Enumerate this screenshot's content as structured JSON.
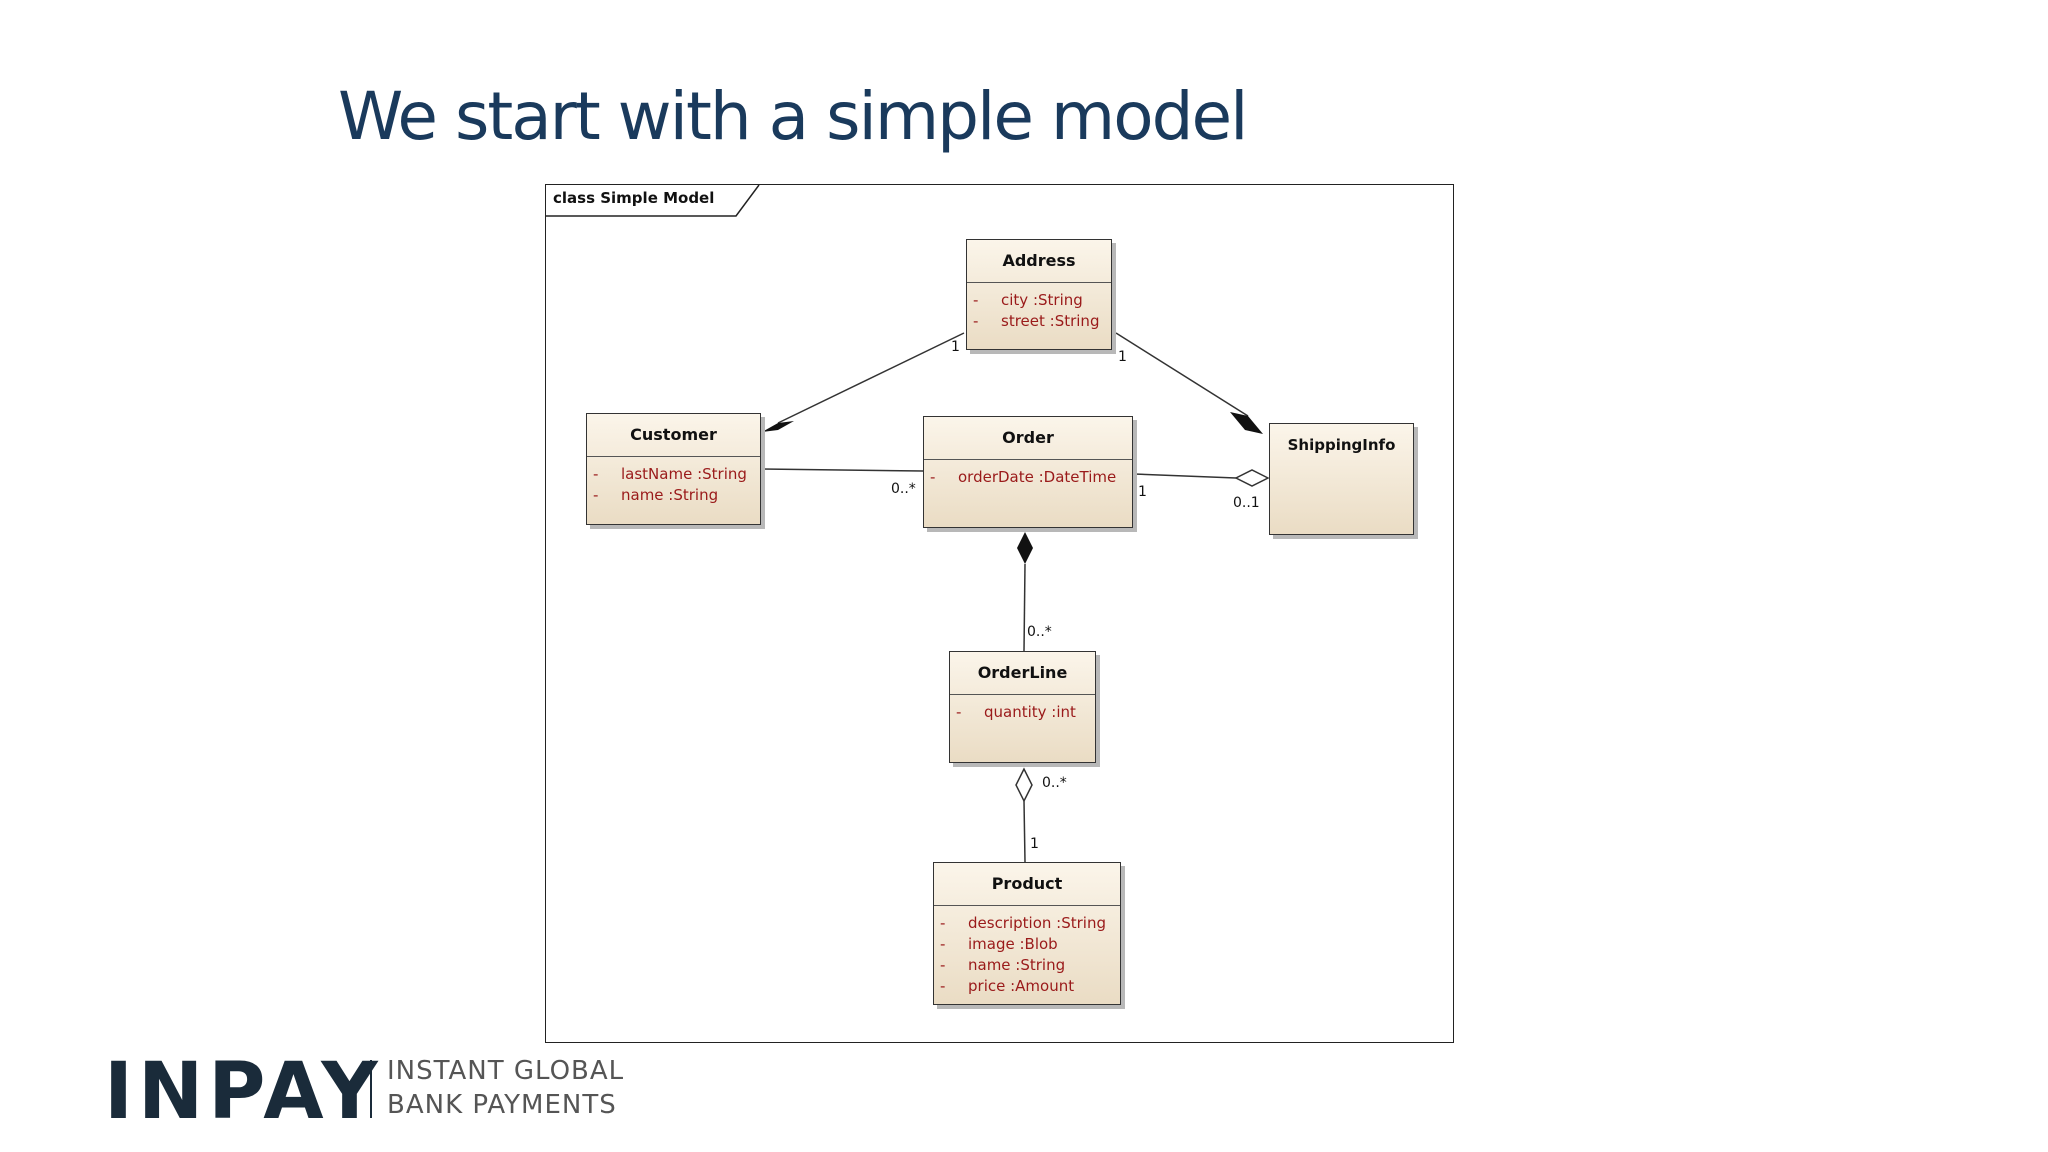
{
  "slide": {
    "title": "We start with a simple model"
  },
  "diagram": {
    "frame_label": "class Simple Model",
    "classes": {
      "address": {
        "name": "Address",
        "attributes": [
          {
            "vis": "-",
            "text": "city  :String"
          },
          {
            "vis": "-",
            "text": "street  :String"
          }
        ]
      },
      "customer": {
        "name": "Customer",
        "attributes": [
          {
            "vis": "-",
            "text": "lastName  :String"
          },
          {
            "vis": "-",
            "text": "name  :String"
          }
        ]
      },
      "order": {
        "name": "Order",
        "attributes": [
          {
            "vis": "-",
            "text": "orderDate  :DateTime"
          }
        ]
      },
      "shippinginfo": {
        "name": "ShippingInfo",
        "attributes": []
      },
      "orderline": {
        "name": "OrderLine",
        "attributes": [
          {
            "vis": "-",
            "text": "quantity  :int"
          }
        ]
      },
      "product": {
        "name": "Product",
        "attributes": [
          {
            "vis": "-",
            "text": "description  :String"
          },
          {
            "vis": "-",
            "text": "image  :Blob"
          },
          {
            "vis": "-",
            "text": "name  :String"
          },
          {
            "vis": "-",
            "text": "price  :Amount"
          }
        ]
      }
    },
    "multiplicities": {
      "address_customer": "1",
      "address_shipping": "1",
      "customer_order": "0..*",
      "order_shipping_order": "1",
      "order_shipping_shipping": "0..1",
      "order_orderline": "0..*",
      "orderline_product_orderline": "0..*",
      "orderline_product_product": "1"
    }
  },
  "logo": {
    "wordmark": "INPAY",
    "tagline_line1": "INSTANT GLOBAL",
    "tagline_line2": "BANK PAYMENTS"
  }
}
